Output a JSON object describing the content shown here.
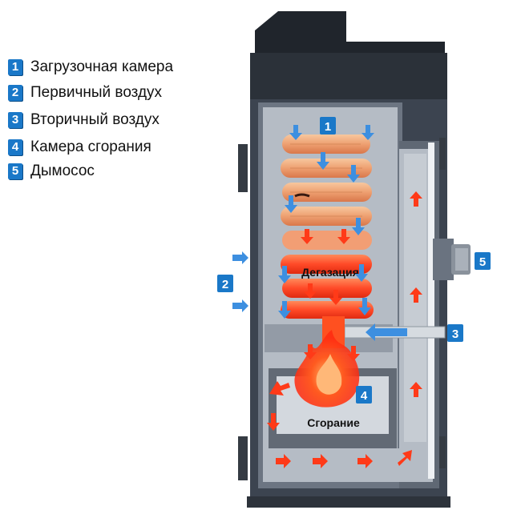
{
  "legend": {
    "items": [
      {
        "num": "1",
        "label": "Загрузочная камера"
      },
      {
        "num": "2",
        "label": "Первичный воздух"
      },
      {
        "num": "3",
        "label": "Вторичный воздух"
      },
      {
        "num": "4",
        "label": "Камера сгорания"
      },
      {
        "num": "5",
        "label": "Дымосос"
      }
    ]
  },
  "callouts": {
    "n1": "1",
    "n2": "2",
    "n3": "3",
    "n4": "4",
    "n5": "5"
  },
  "zones": {
    "degassing": "Дегазация",
    "combustion": "Сгорание"
  },
  "colors": {
    "badge": "#1a78c8",
    "casing": "#3c4450",
    "air_arrow": "#3d8fe0",
    "flame": "#ff3d1a",
    "wood": "#f0a070"
  }
}
